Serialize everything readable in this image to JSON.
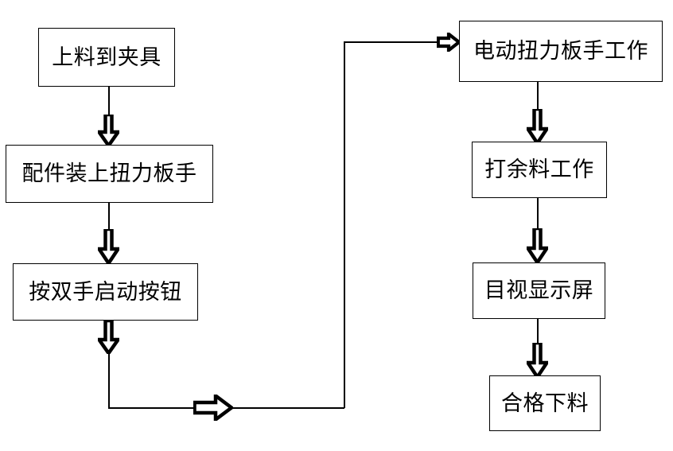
{
  "diagram": {
    "type": "flowchart",
    "orientation": "two-column-serpentine",
    "background_color": "#ffffff",
    "line_color": "#000000",
    "box_fill": "#ffffff",
    "nodes": [
      {
        "id": "n1",
        "label": "上料到夹具",
        "column": "left",
        "order": 1
      },
      {
        "id": "n2",
        "label": "配件装上扭力板手",
        "column": "left",
        "order": 2
      },
      {
        "id": "n3",
        "label": "按双手启动按钮",
        "column": "left",
        "order": 3
      },
      {
        "id": "n4",
        "label": "电动扭力板手工作",
        "column": "right",
        "order": 4
      },
      {
        "id": "n5",
        "label": "打余料工作",
        "column": "right",
        "order": 5
      },
      {
        "id": "n6",
        "label": "目视显示屏",
        "column": "right",
        "order": 6
      },
      {
        "id": "n7",
        "label": "合格下料",
        "column": "right",
        "order": 7
      }
    ],
    "edges": [
      {
        "from": "n1",
        "to": "n2",
        "direction": "down"
      },
      {
        "from": "n2",
        "to": "n3",
        "direction": "down"
      },
      {
        "from": "n3",
        "to": "n4",
        "direction": "down-right-up-right"
      },
      {
        "from": "n4",
        "to": "n5",
        "direction": "down"
      },
      {
        "from": "n5",
        "to": "n6",
        "direction": "down"
      },
      {
        "from": "n6",
        "to": "n7",
        "direction": "down"
      }
    ]
  }
}
